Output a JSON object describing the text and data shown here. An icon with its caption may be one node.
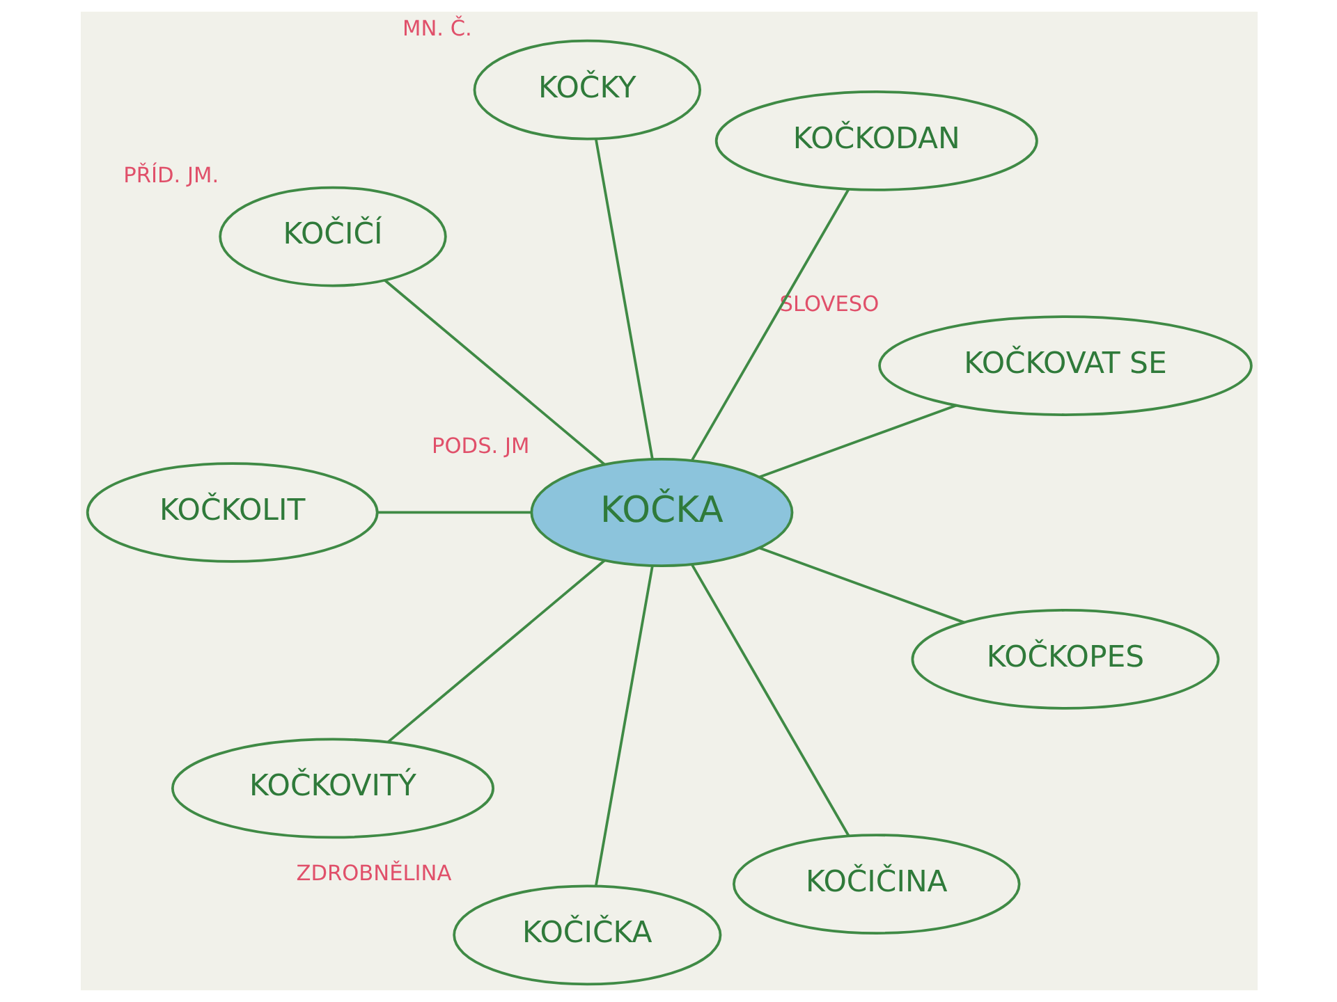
{
  "diagram": {
    "nodes": [
      {
        "text": [
          "KOČKOVAT SE"
        ],
        "beside": [
          "SLOVESO"
        ]
      },
      {
        "text": [
          "KOČKODAN"
        ]
      },
      {
        "text": [
          "KOČKY"
        ],
        "beside": [
          "MN. Č."
        ]
      },
      {
        "text": [
          "KOČIČÍ"
        ],
        "beside": [
          "PŘÍD. JM."
        ]
      },
      {
        "text": [
          "KOČKA"
        ],
        "beside": [
          "PODS. JM"
        ]
      },
      {
        "text": [
          "KOČKOLIT"
        ]
      },
      {
        "text": [
          "KOČKOVITÝ"
        ]
      },
      {
        "text": [
          "KOČIČKA"
        ],
        "beside": [
          "ZDROBNĚLINA"
        ]
      },
      {
        "text": [
          "KOČIČINA"
        ]
      },
      {
        "text": [
          "KOČKOPES"
        ]
      }
    ],
    "edges": [
      {
        "from": 4,
        "to": 0,
        "arrow": "none"
      },
      {
        "from": 4,
        "to": 1,
        "arrow": "none"
      },
      {
        "from": 4,
        "to": 2,
        "arrow": "none"
      },
      {
        "from": 4,
        "to": 3,
        "arrow": "none"
      },
      {
        "from": 4,
        "to": 5,
        "arrow": "none"
      },
      {
        "from": 4,
        "to": 6,
        "arrow": "none"
      },
      {
        "from": 4,
        "to": 7,
        "arrow": "none"
      },
      {
        "from": 4,
        "to": 8,
        "arrow": "none"
      },
      {
        "from": 4,
        "to": 9,
        "arrow": "none"
      }
    ]
  }
}
